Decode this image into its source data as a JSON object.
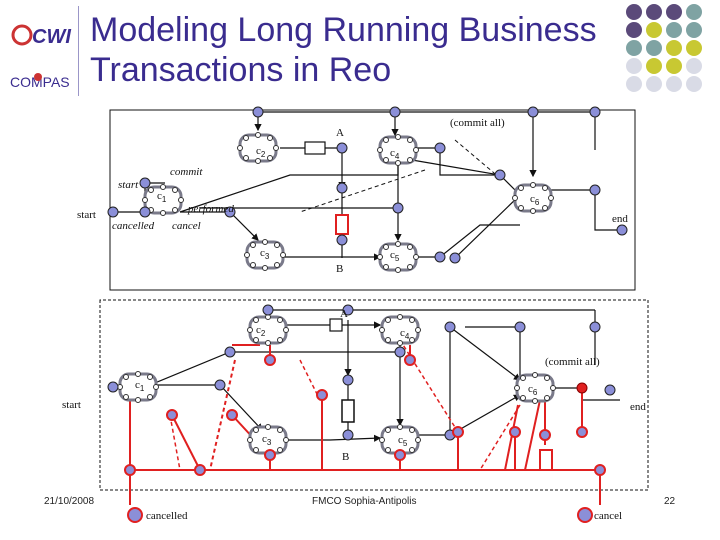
{
  "title": "Modeling Long Running Business Transactions in Reo",
  "logo": {
    "top_text": "CWI",
    "bottom_text": "COMPAS"
  },
  "footer": {
    "date": "21/10/2008",
    "venue": "FMCO Sophia-Antipolis",
    "page": "22"
  },
  "top_diagram": {
    "labels": {
      "A": "A",
      "B": "B",
      "commit_all": "(commit all)",
      "commit": "commit",
      "start_inner": "start",
      "start": "start",
      "performed": "performed",
      "cancelled": "cancelled",
      "cancel": "cancel",
      "end": "end"
    },
    "components": {
      "c1": "c",
      "c2": "c",
      "c3": "c",
      "c4": "c",
      "c5": "c",
      "c6": "c"
    },
    "subs": {
      "c1": "1",
      "c2": "2",
      "c3": "3",
      "c4": "4",
      "c5": "5",
      "c6": "6"
    }
  },
  "bottom_diagram": {
    "labels": {
      "A": "A",
      "B": "B",
      "commit_all": "(commit all)",
      "start": "start",
      "end": "end",
      "cancelled": "cancelled",
      "cancel": "cancel"
    },
    "components": {
      "c1": "c",
      "c2": "c",
      "c3": "c",
      "c4": "c",
      "c5": "c",
      "c6": "c"
    },
    "subs": {
      "c1": "1",
      "c2": "2",
      "c3": "3",
      "c4": "4",
      "c5": "5",
      "c6": "6"
    }
  },
  "colors": {
    "title": "#3a2c8f",
    "node_fill": "#8b8fd8",
    "node_red": "#e23a3a",
    "red_line": "#e02020",
    "component": "#7a7a8a",
    "dot_purple": "#5b4a7a",
    "dot_olive": "#c8c832",
    "dot_teal": "#7fa3a3",
    "dot_light": "#d9dbe6"
  }
}
